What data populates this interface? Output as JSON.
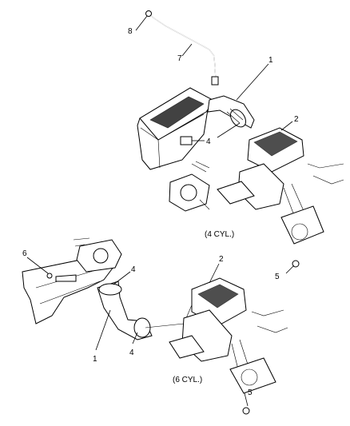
{
  "callouts": {
    "c1_top": "1",
    "c2_top": "2",
    "c4_top": "4",
    "c7": "7",
    "c8": "8",
    "c1_bot": "1",
    "c2_bot": "2",
    "c4_bot_a": "4",
    "c4_bot_b": "4",
    "c5_top": "5",
    "c5_bot": "5",
    "c6": "6"
  },
  "captions": {
    "four_cyl": "(4 CYL.)",
    "six_cyl": "(6 CYL.)"
  }
}
